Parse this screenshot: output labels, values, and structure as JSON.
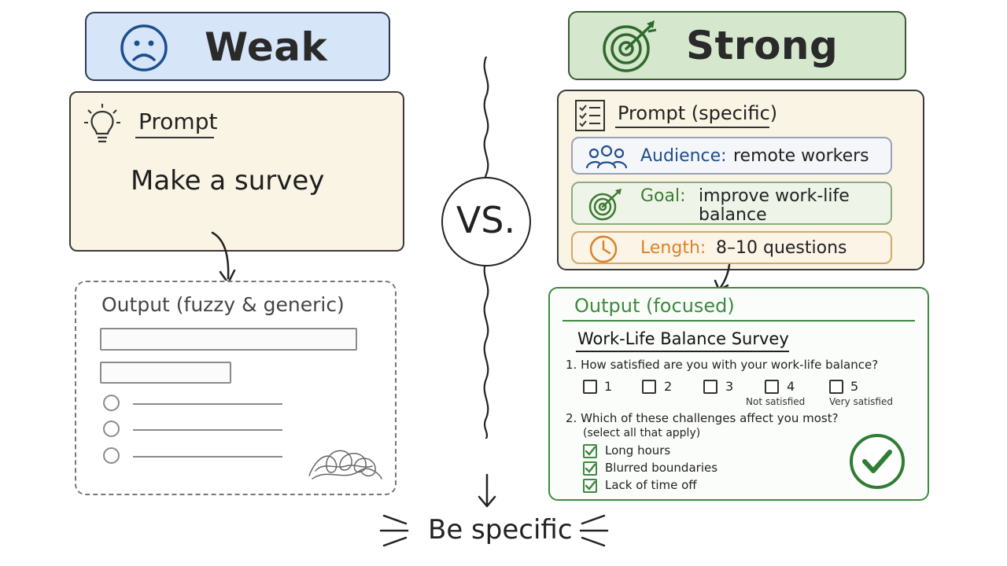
{
  "weak": {
    "banner_title": "Weak",
    "prompt_label": "Prompt",
    "prompt_text": "Make a survey",
    "output_label": "Output (fuzzy & generic)"
  },
  "divider": {
    "vs_label": "VS."
  },
  "strong": {
    "banner_title": "Strong",
    "prompt_label": "Prompt (specific)",
    "audience_key": "Audience:",
    "audience_value": "remote workers",
    "goal_key": "Goal:",
    "goal_value_line1": "improve work-life",
    "goal_value_line2": "balance",
    "length_key": "Length:",
    "length_value": "8–10 questions",
    "output_label": "Output (focused)",
    "survey_title": "Work-Life Balance Survey",
    "q1": "1. How satisfied are you with your work-life balance?",
    "q1_options": [
      "1",
      "2",
      "3",
      "4",
      "5"
    ],
    "q1_low_label": "Not satisfied",
    "q1_high_label": "Very satisfied",
    "q2_line1": "2. Which of these challenges affect you most?",
    "q2_line2": "(select all that apply)",
    "q2_options": [
      "Long hours",
      "Blurred boundaries",
      "Lack of time off"
    ]
  },
  "footer": {
    "caption": "Be specific"
  },
  "colors": {
    "weak_banner": "#d6e6f8",
    "strong_banner": "#d5e8cd",
    "prompt_bg": "#f9f4e3",
    "audience_blue": "#1f4e8c",
    "goal_green": "#3e7a34",
    "length_orange": "#d9822b",
    "output_green": "#3e8a40"
  },
  "icons": {
    "weak": "sad-face-icon",
    "strong": "target-icon",
    "prompt_weak": "lightbulb-icon",
    "prompt_strong": "checklist-icon",
    "audience": "people-icon",
    "goal": "target-icon",
    "length": "clock-icon",
    "output_ok": "check-circle-icon",
    "scribble": "scribble-icon"
  }
}
